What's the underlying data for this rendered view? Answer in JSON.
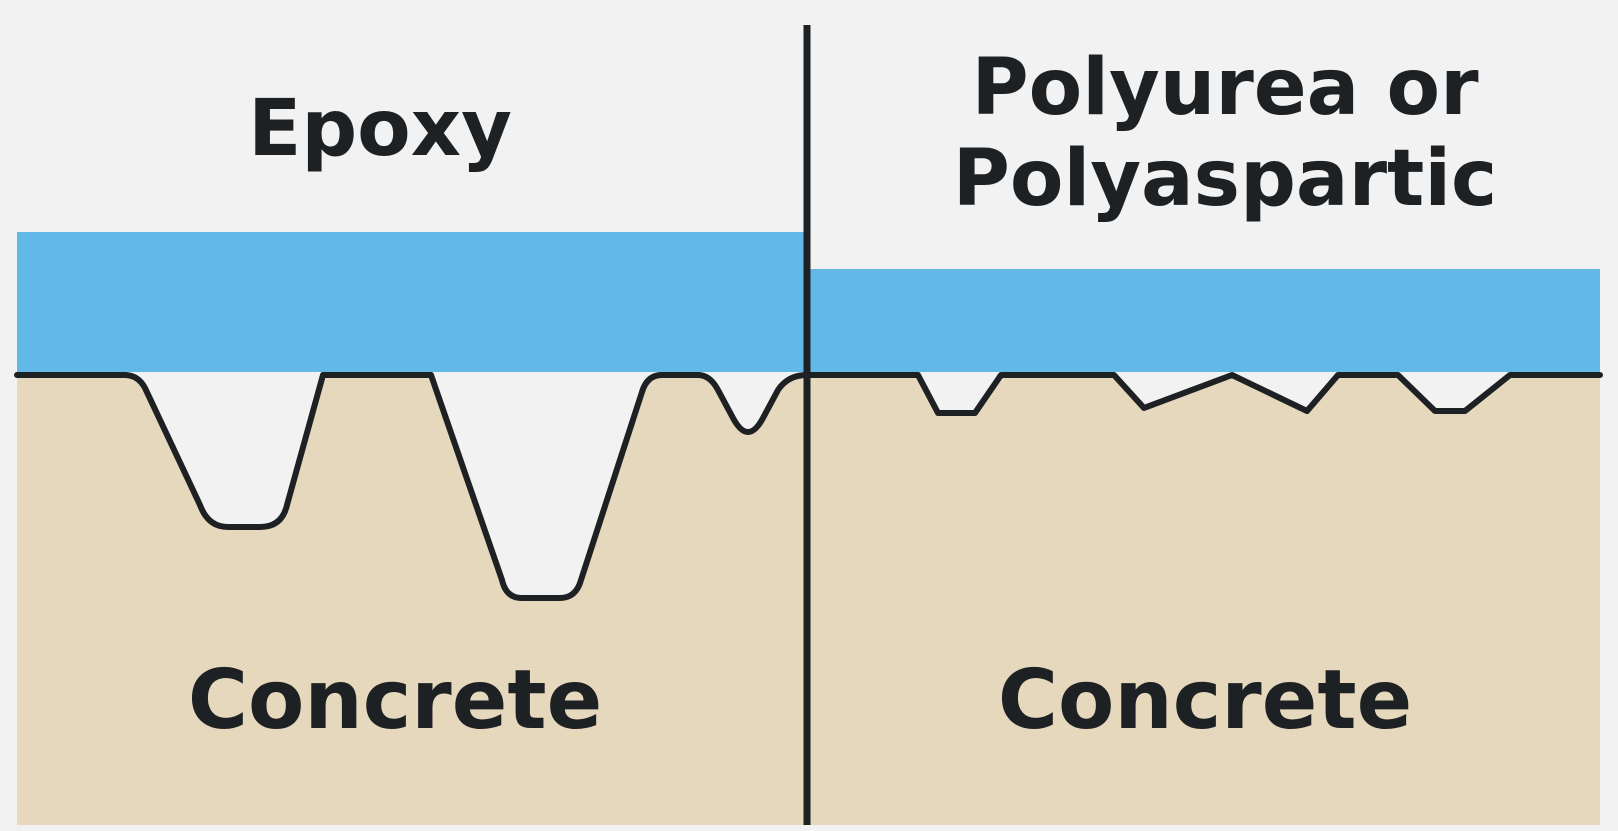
{
  "left_panel": {
    "title": "Epoxy",
    "substrate_label": "Concrete"
  },
  "right_panel": {
    "title_line1": "Polyurea or",
    "title_line2": "Polyaspartic",
    "substrate_label": "Concrete"
  },
  "colors": {
    "background": "#f2f2f2",
    "coating": "#62b8e6",
    "concrete": "#e6d8bd",
    "outline": "#1e2124"
  }
}
